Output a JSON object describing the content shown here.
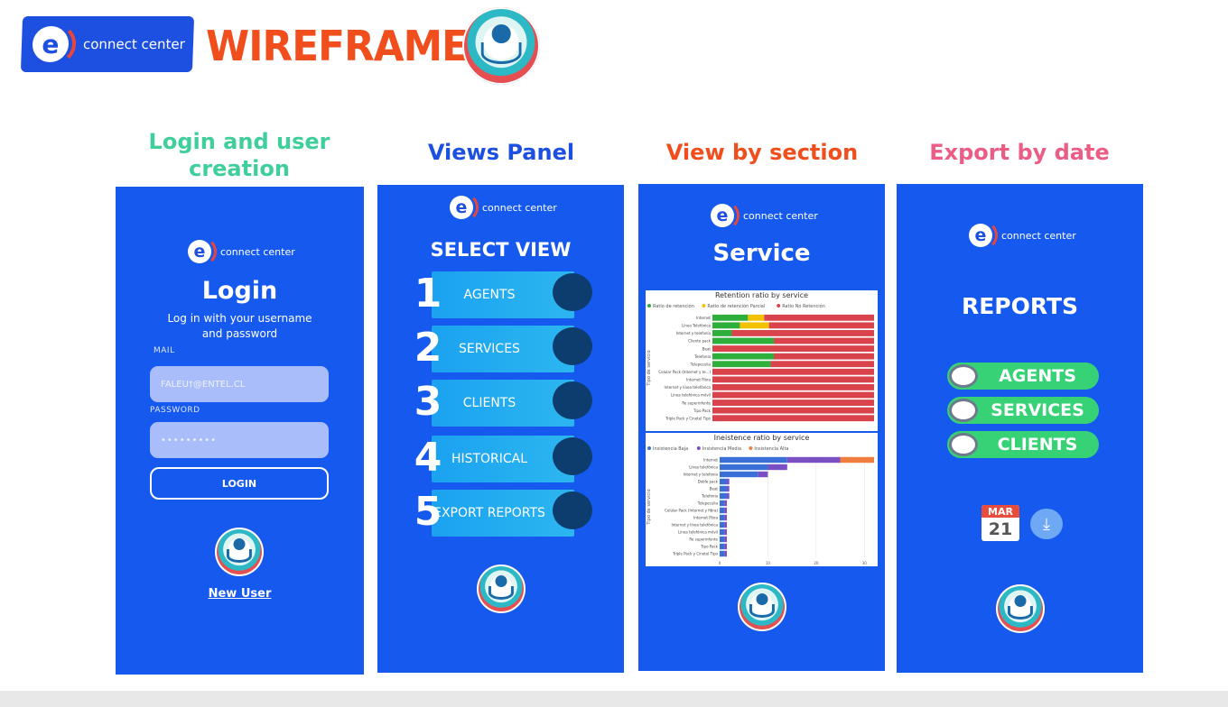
{
  "header": {
    "brand_text": "connect center",
    "logo_letter": "e",
    "title": "WIREFRAME",
    "emblem_icon": "care-emblem-icon"
  },
  "columns": {
    "login": {
      "title": "Login and user creation",
      "brand_text": "connect center",
      "heading": "Login",
      "subtitle": "Log in with your username and password",
      "mail_label": "MAIL",
      "mail_value": "FALEU†@ENTEL.CL",
      "password_label": "PASSWORD",
      "password_value": "•••••••••",
      "login_button": "LOGIN",
      "new_user_link": "New User"
    },
    "views": {
      "title": "Views Panel",
      "brand_text": "connect center",
      "heading": "SELECT VIEW",
      "items": [
        {
          "number": "1",
          "label": "AGENTS"
        },
        {
          "number": "2",
          "label": "SERVICES"
        },
        {
          "number": "3",
          "label": "CLIENTS"
        },
        {
          "number": "4",
          "label": "HISTORICAL"
        },
        {
          "number": "5",
          "label": "EXPORT REPORTS"
        }
      ]
    },
    "section": {
      "title": "View by section",
      "brand_text": "connect center",
      "heading": "Service"
    },
    "export": {
      "title": "Export by date",
      "brand_text": "connect center",
      "heading": "REPORTS",
      "toggles": [
        {
          "label": "AGENTS"
        },
        {
          "label": "SERVICES"
        },
        {
          "label": "CLIENTS"
        }
      ],
      "calendar_month": "MAR",
      "calendar_day": "21",
      "download_icon": "download-icon"
    }
  },
  "colors": {
    "panel_blue": "#1659ee",
    "brand_red": "#f04e1c",
    "toggle_green": "#36d275",
    "retention_green": "#2eae3a",
    "retention_yellow": "#f2c200",
    "retention_red": "#d9434b",
    "persistence_blue": "#3a6fd8",
    "persistence_purple": "#7a4fc4",
    "persistence_orange": "#f07d3b"
  },
  "chart_data": [
    {
      "type": "bar",
      "title": "Retention ratio by service",
      "legend": [
        "Ratio de retención",
        "Ratio de retención Parcial",
        "Ratio No Retención"
      ],
      "ylabel": "Tipo de servicio",
      "categories": [
        "Internet",
        "Línea Telefónica",
        "Internet y telefonía",
        "Cliente pack",
        "Beat",
        "Telefonía",
        "Telepeculia",
        "Celular Pack (Internet y te...)",
        "Internet Fibra",
        "Internet y línea telefónica",
        "Línea telefónica móvil",
        "Re superinfente",
        "Tipo Pack",
        "Triple Pack y Cinetel Tipo"
      ],
      "series": [
        {
          "name": "Ratio de retención",
          "values": [
            22,
            17,
            12,
            38,
            0,
            38,
            36,
            0,
            0,
            0,
            0,
            0,
            0,
            0
          ]
        },
        {
          "name": "Ratio de retención Parcial",
          "values": [
            10,
            18,
            0,
            0,
            0,
            0,
            0,
            0,
            0,
            0,
            0,
            0,
            0,
            0
          ]
        },
        {
          "name": "Ratio No Retención",
          "values": [
            68,
            65,
            88,
            62,
            100,
            62,
            64,
            100,
            100,
            100,
            100,
            100,
            100,
            100
          ]
        }
      ],
      "xlim": [
        0,
        100
      ],
      "grid": false,
      "legend_position": "top"
    },
    {
      "type": "bar",
      "title": "Ineistence ratio by service",
      "legend": [
        "Insistencia Baja",
        "Insistencia Media",
        "Insistencia Alta"
      ],
      "ylabel": "Tipo de servicio",
      "categories": [
        "Internet",
        "Línea telefónica",
        "Internet y telefonía",
        "Doble pack",
        "Beat",
        "Telefonía",
        "Telepeculia",
        "Celular Pack (Internet y fibra)",
        "Internet Fibra",
        "Internet y línea telefónica",
        "Línea telefónica móvil",
        "Re superinfente",
        "Tipo Pack",
        "Triple Pack y Cinetel Tipo"
      ],
      "series": [
        {
          "name": "Insistencia Baja",
          "values": [
            14,
            10,
            8,
            1.5,
            1.5,
            1.5,
            1,
            1,
            1,
            1,
            1,
            1,
            1,
            1
          ]
        },
        {
          "name": "Insistencia Media",
          "values": [
            11,
            4,
            2,
            0.5,
            0.5,
            0.5,
            0.5,
            0.5,
            0.5,
            0.5,
            0.5,
            0.5,
            0.5,
            0.5
          ]
        },
        {
          "name": "Insistencia Alta",
          "values": [
            7,
            0,
            0,
            0,
            0,
            0,
            0,
            0,
            0,
            0,
            0,
            0,
            0,
            0
          ]
        }
      ],
      "xticks": [
        "0",
        "10",
        "20",
        "30"
      ],
      "xlim": [
        0,
        32
      ],
      "grid": true,
      "legend_position": "top"
    }
  ]
}
